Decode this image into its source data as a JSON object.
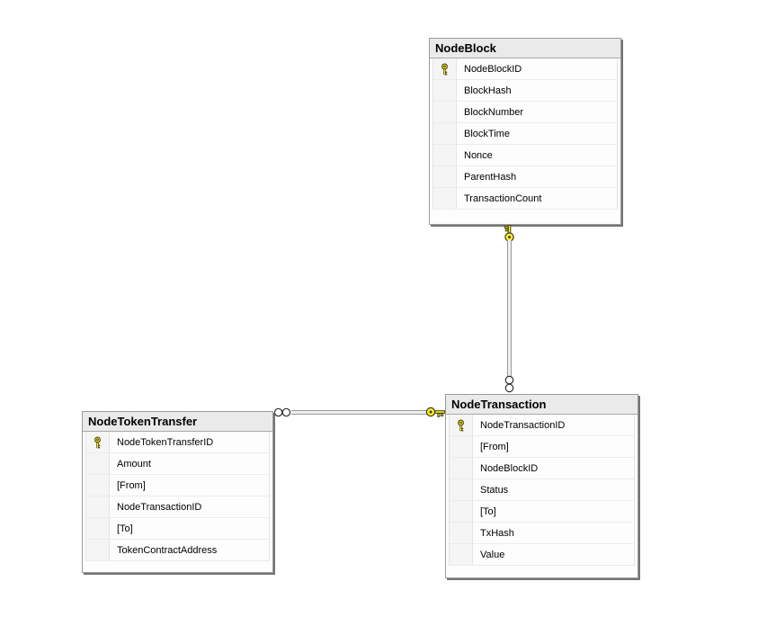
{
  "diagram_type": "database-entity-relationship-diagram",
  "tables": [
    {
      "title": "NodeBlock",
      "columns": [
        {
          "name": "NodeBlockID",
          "primary_key": true
        },
        {
          "name": "BlockHash",
          "primary_key": false
        },
        {
          "name": "BlockNumber",
          "primary_key": false
        },
        {
          "name": "BlockTime",
          "primary_key": false
        },
        {
          "name": "Nonce",
          "primary_key": false
        },
        {
          "name": "ParentHash",
          "primary_key": false
        },
        {
          "name": "TransactionCount",
          "primary_key": false
        }
      ]
    },
    {
      "title": "NodeTransaction",
      "columns": [
        {
          "name": "NodeTransactionID",
          "primary_key": true
        },
        {
          "name": "[From]",
          "primary_key": false
        },
        {
          "name": "NodeBlockID",
          "primary_key": false
        },
        {
          "name": "Status",
          "primary_key": false
        },
        {
          "name": "[To]",
          "primary_key": false
        },
        {
          "name": "TxHash",
          "primary_key": false
        },
        {
          "name": "Value",
          "primary_key": false
        }
      ]
    },
    {
      "title": "NodeTokenTransfer",
      "columns": [
        {
          "name": "NodeTokenTransferID",
          "primary_key": true
        },
        {
          "name": "Amount",
          "primary_key": false
        },
        {
          "name": "[From]",
          "primary_key": false
        },
        {
          "name": "NodeTransactionID",
          "primary_key": false
        },
        {
          "name": "[To]",
          "primary_key": false
        },
        {
          "name": "TokenContractAddress",
          "primary_key": false
        }
      ]
    }
  ],
  "relationships": [
    {
      "one_side": "NodeBlock",
      "many_side": "NodeTransaction",
      "one_symbol": "key",
      "many_symbol": "infinity"
    },
    {
      "one_side": "NodeTransaction",
      "many_side": "NodeTokenTransfer",
      "one_symbol": "key",
      "many_symbol": "infinity"
    }
  ],
  "colors": {
    "canvas_background": "#ffffff",
    "table_border": "#9b9b9b",
    "table_shadow": "#747474",
    "header_background": "#eaeaea",
    "row_background": "#fdfdfd",
    "row_separator": "#ececec",
    "key_column_background": "#f5f5f5",
    "connector_line": "#9a9a9a",
    "key_icon_fill": "#ffef3e",
    "key_icon_outline": "#4f4a00"
  }
}
